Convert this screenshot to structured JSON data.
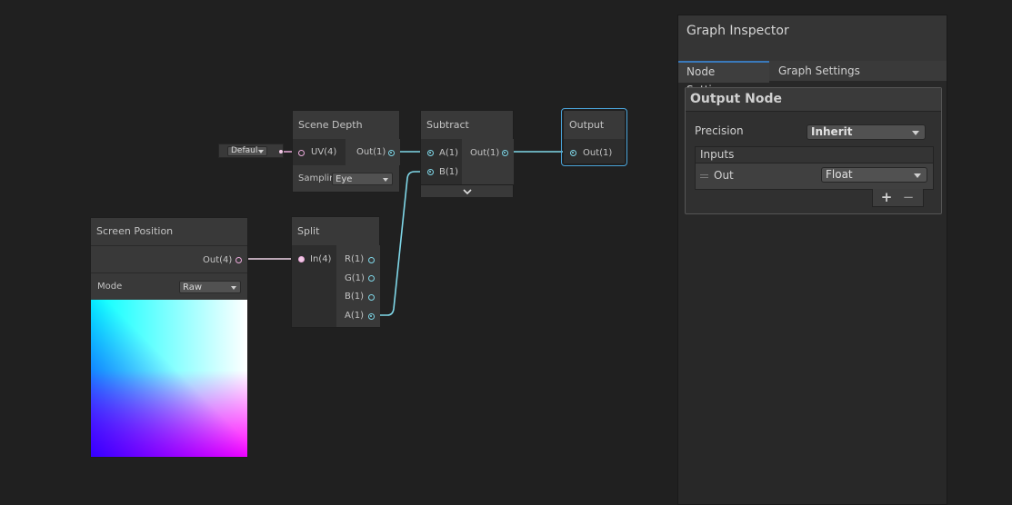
{
  "graph": {
    "scene_depth": {
      "title": "Scene Depth",
      "uv_default": "Defaul",
      "uv_in": "UV(4)",
      "out": "Out(1)",
      "sampling_label": "Samplin",
      "sampling_value": "Eye"
    },
    "subtract": {
      "title": "Subtract",
      "in_a": "A(1)",
      "in_b": "B(1)",
      "out": "Out(1)",
      "expand_icon": "chevron-down-icon"
    },
    "output": {
      "title": "Output",
      "in": "Out(1)"
    },
    "screen_position": {
      "title": "Screen Position",
      "out": "Out(4)",
      "mode_label": "Mode",
      "mode_value": "Raw"
    },
    "split": {
      "title": "Split",
      "in": "In(4)",
      "outs": [
        "R(1)",
        "G(1)",
        "B(1)",
        "A(1)"
      ]
    },
    "colors": {
      "vector_port": "#e9a9d9",
      "float_port": "#7fd7e8",
      "selection": "#4aa3d8",
      "background": "#202020"
    }
  },
  "inspector": {
    "title": "Graph Inspector",
    "tabs": [
      "Node Settings",
      "Graph Settings"
    ],
    "active_tab": "Node Settings",
    "panel_title": "Output Node",
    "precision_label": "Precision",
    "precision_value": "Inherit",
    "inputs_header": "Inputs",
    "input_row": {
      "name": "Out",
      "type": "Float"
    },
    "add_label": "+",
    "remove_label": "−"
  }
}
